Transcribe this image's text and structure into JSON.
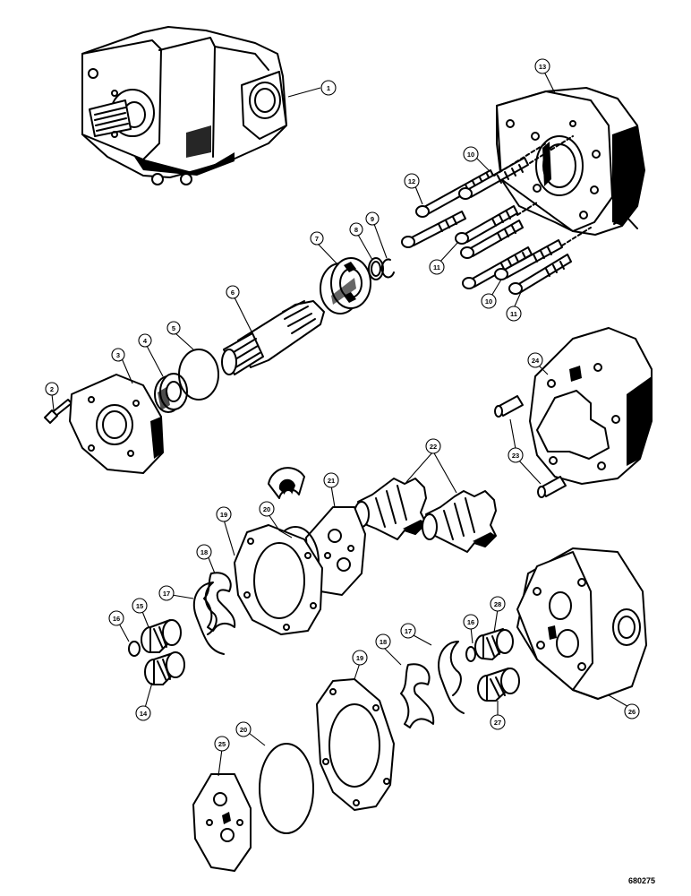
{
  "drawing_code": "680275",
  "callouts": [
    {
      "id": "c1",
      "label": "1"
    },
    {
      "id": "c2",
      "label": "2"
    },
    {
      "id": "c3",
      "label": "3"
    },
    {
      "id": "c4",
      "label": "4"
    },
    {
      "id": "c5",
      "label": "5"
    },
    {
      "id": "c6",
      "label": "6"
    },
    {
      "id": "c7",
      "label": "7"
    },
    {
      "id": "c8",
      "label": "8"
    },
    {
      "id": "c9",
      "label": "9"
    },
    {
      "id": "c10a",
      "label": "10"
    },
    {
      "id": "c10b",
      "label": "10"
    },
    {
      "id": "c11a",
      "label": "11"
    },
    {
      "id": "c11b",
      "label": "11"
    },
    {
      "id": "c12",
      "label": "12"
    },
    {
      "id": "c13",
      "label": "13"
    },
    {
      "id": "c14",
      "label": "14"
    },
    {
      "id": "c15",
      "label": "15"
    },
    {
      "id": "c16a",
      "label": "16"
    },
    {
      "id": "c16b",
      "label": "16"
    },
    {
      "id": "c17a",
      "label": "17"
    },
    {
      "id": "c17b",
      "label": "17"
    },
    {
      "id": "c18a",
      "label": "18"
    },
    {
      "id": "c18b",
      "label": "18"
    },
    {
      "id": "c19a",
      "label": "19"
    },
    {
      "id": "c19b",
      "label": "19"
    },
    {
      "id": "c20a",
      "label": "20"
    },
    {
      "id": "c20b",
      "label": "20"
    },
    {
      "id": "c21",
      "label": "21"
    },
    {
      "id": "c22",
      "label": "22"
    },
    {
      "id": "c23",
      "label": "23"
    },
    {
      "id": "c24",
      "label": "24"
    },
    {
      "id": "c25",
      "label": "25"
    },
    {
      "id": "c26",
      "label": "26"
    },
    {
      "id": "c27",
      "label": "27"
    },
    {
      "id": "c28",
      "label": "28"
    }
  ]
}
